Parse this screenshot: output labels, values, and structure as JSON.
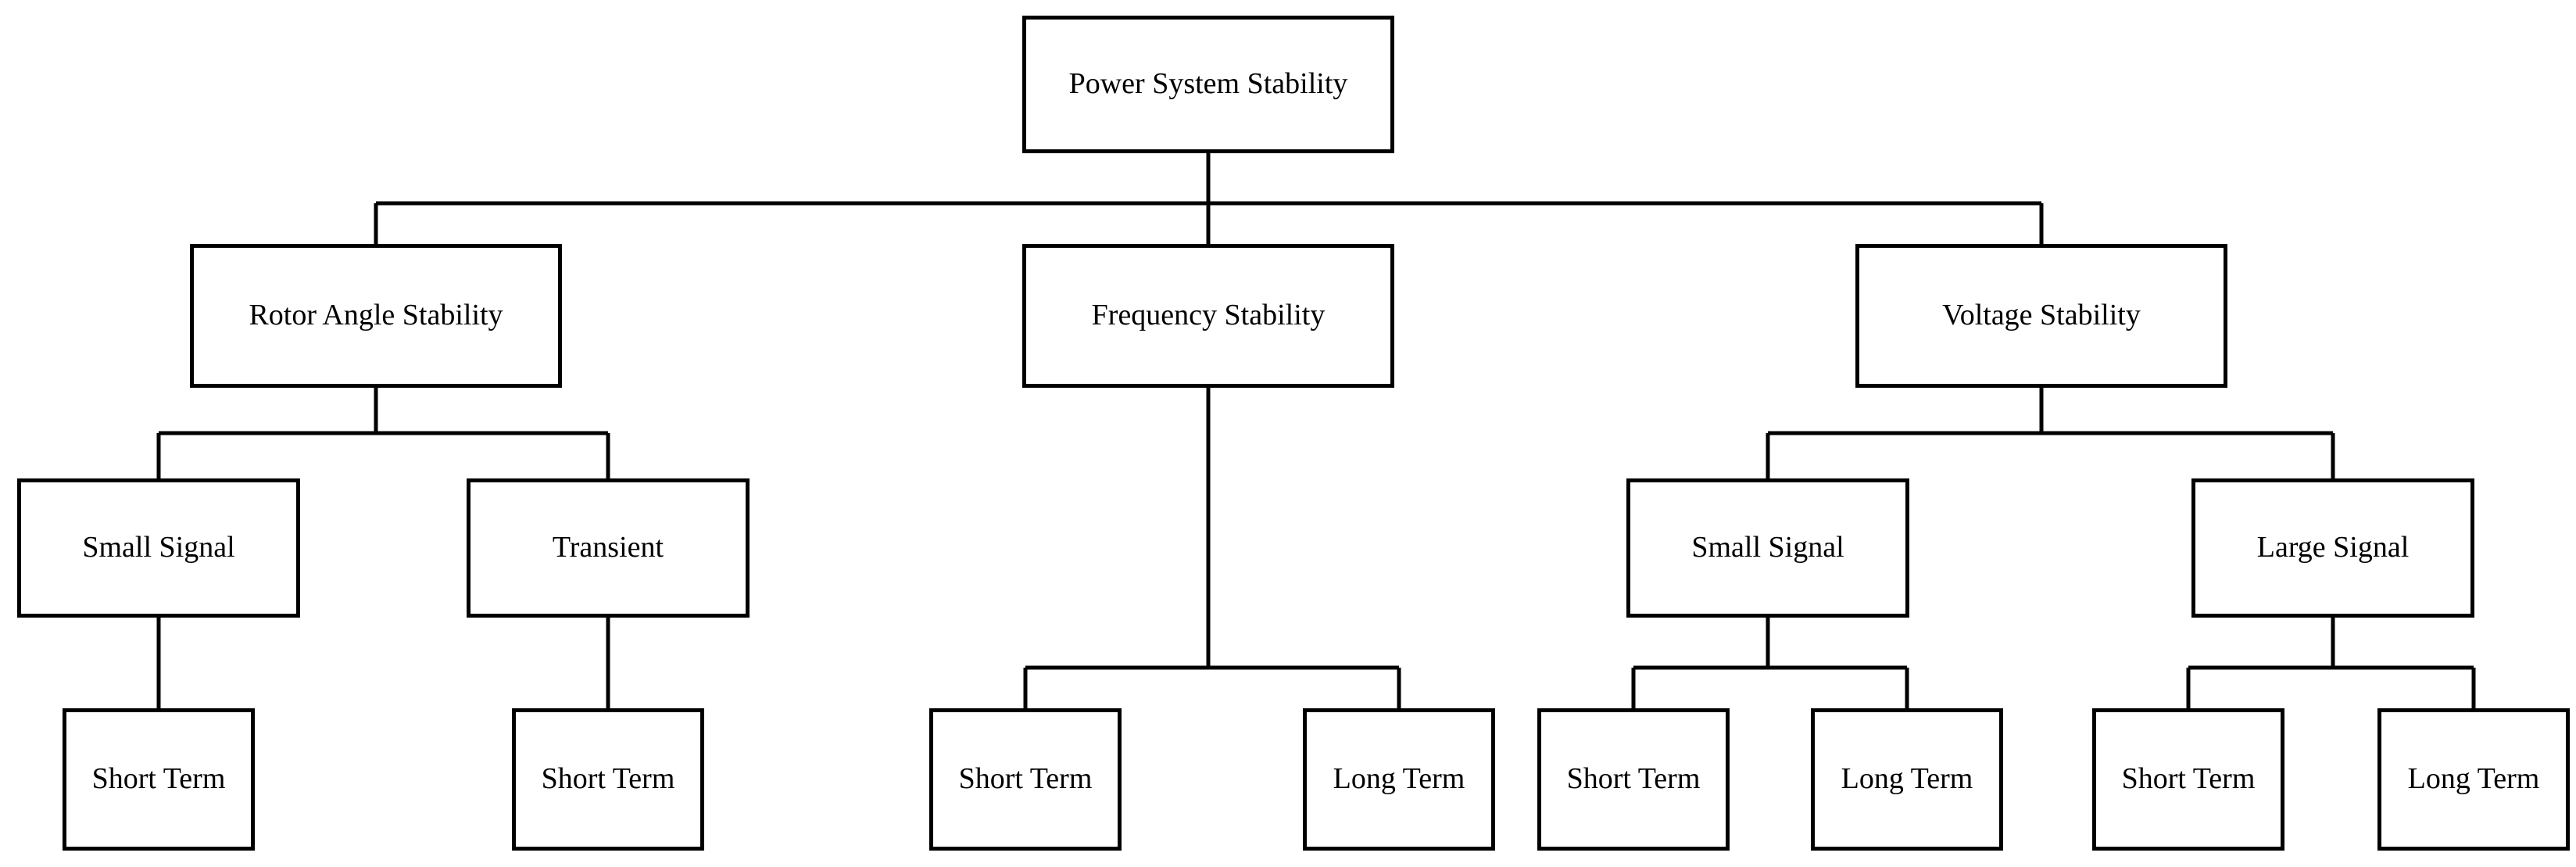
{
  "diagram": {
    "title": "Power System Stability",
    "type": "tree",
    "colors": {
      "background": "#ffffff",
      "box_fill": "#ffffff",
      "box_border": "#000000",
      "line": "#000000",
      "text": "#000000"
    },
    "nodes": {
      "root": {
        "label": "Power System Stability"
      },
      "rotor": {
        "label": "Rotor Angle Stability"
      },
      "frequency": {
        "label": "Frequency Stability"
      },
      "voltage": {
        "label": "Voltage Stability"
      },
      "rotor_small_signal": {
        "label": "Small Signal"
      },
      "rotor_transient": {
        "label": "Transient"
      },
      "voltage_small_signal": {
        "label": "Small Signal"
      },
      "voltage_large_signal": {
        "label": "Large Signal"
      },
      "rotor_small_signal_short_term": {
        "label": "Short Term"
      },
      "rotor_transient_short_term": {
        "label": "Short Term"
      },
      "frequency_short_term": {
        "label": "Short Term"
      },
      "frequency_long_term": {
        "label": "Long Term"
      },
      "voltage_small_signal_short_term": {
        "label": "Short Term"
      },
      "voltage_small_signal_long_term": {
        "label": "Long Term"
      },
      "voltage_large_signal_short_term": {
        "label": "Short Term"
      },
      "voltage_large_signal_long_term": {
        "label": "Long Term"
      }
    },
    "hierarchy": {
      "Power System Stability": {
        "Rotor Angle Stability": {
          "Small Signal": [
            "Short Term"
          ],
          "Transient": [
            "Short Term"
          ]
        },
        "Frequency Stability": [
          "Short Term",
          "Long Term"
        ],
        "Voltage Stability": {
          "Small Signal": [
            "Short Term",
            "Long Term"
          ],
          "Large Signal": [
            "Short Term",
            "Long Term"
          ]
        }
      }
    }
  }
}
